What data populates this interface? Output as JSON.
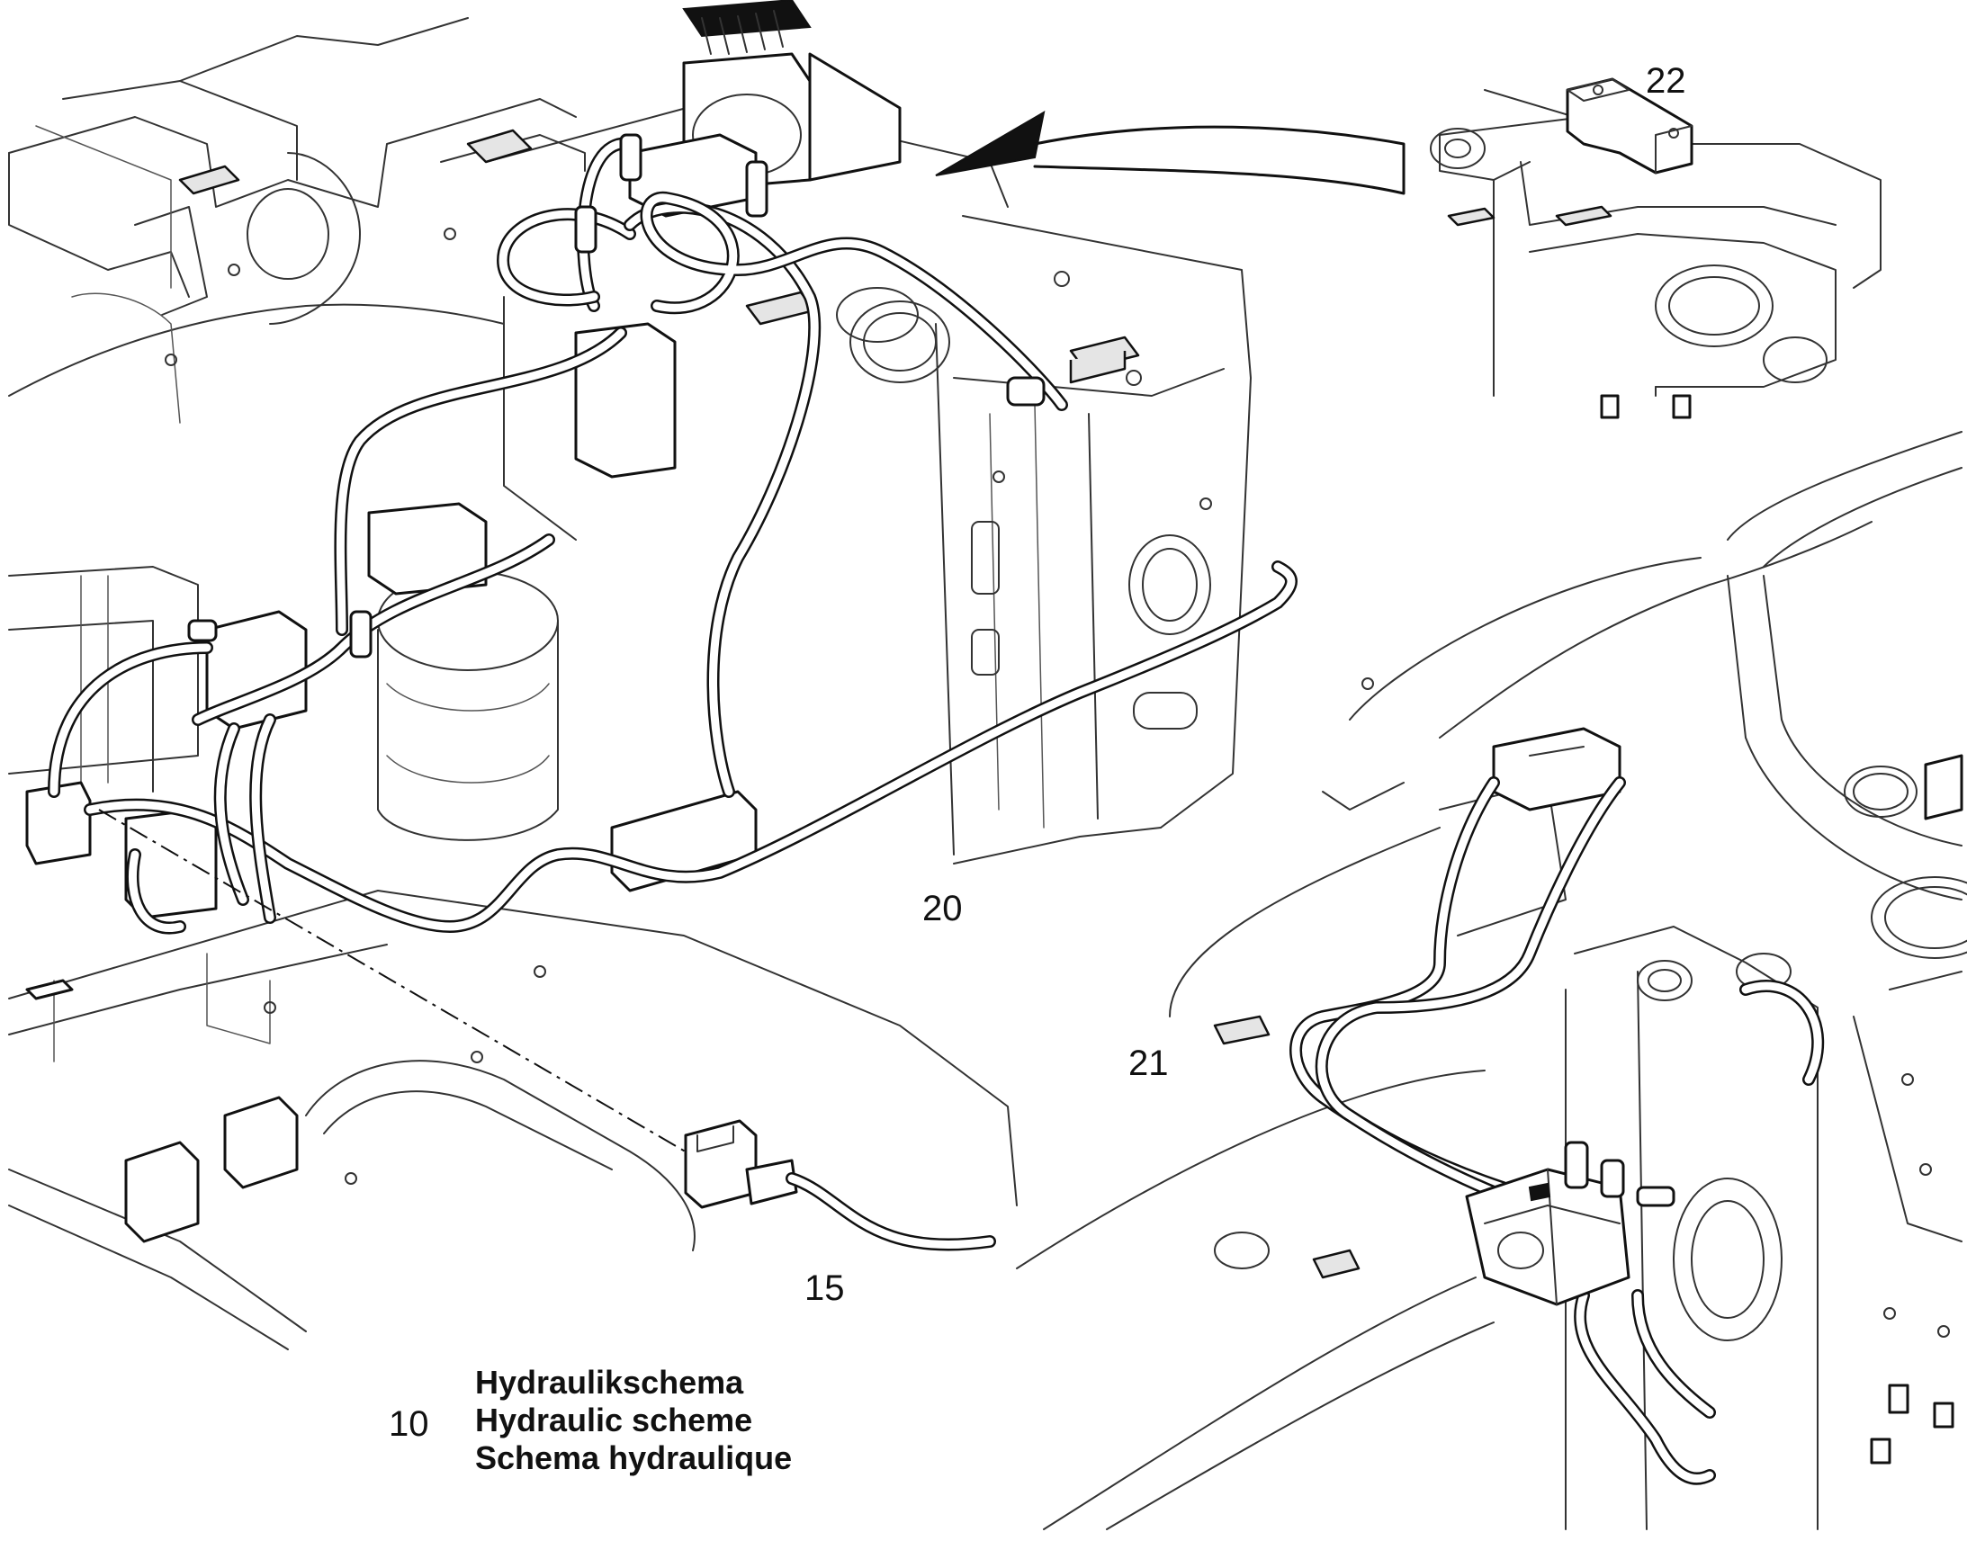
{
  "callouts": {
    "item_10": "10",
    "item_15": "15",
    "item_20": "20",
    "item_21": "21",
    "item_22": "22"
  },
  "legend": {
    "title_de": "Hydraulikschema",
    "title_en": "Hydraulic scheme",
    "title_fr": "Schema hydraulique"
  },
  "colors": {
    "line": "#111111",
    "background": "#ffffff"
  }
}
